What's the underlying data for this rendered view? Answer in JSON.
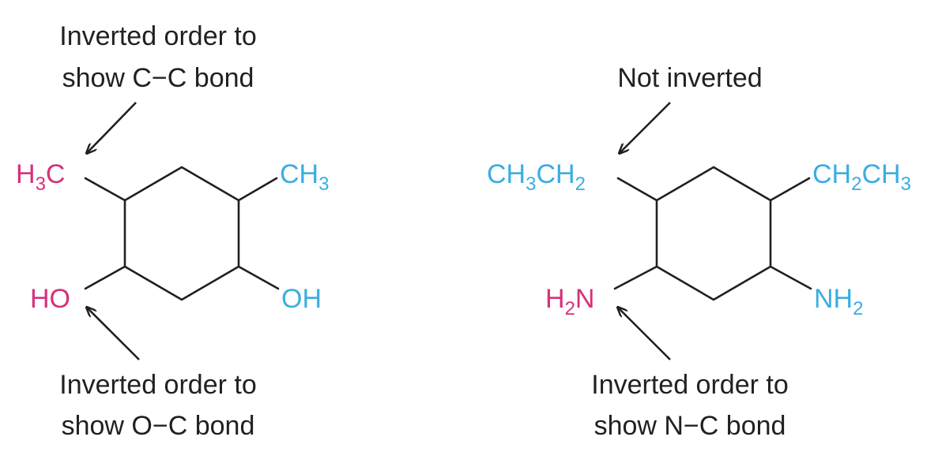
{
  "colors": {
    "inverted": "#d6317b",
    "normal": "#3aaee2",
    "text": "#231f20"
  },
  "left_molecule": {
    "top_caption": [
      "Inverted order to",
      "show C−C bond"
    ],
    "bottom_caption": [
      "Inverted order to",
      "show O−C bond"
    ],
    "groups": {
      "top_left": {
        "main": "H",
        "sub": "3",
        "tail": "C"
      },
      "top_right": {
        "main": "CH",
        "sub": "3",
        "tail": ""
      },
      "bottom_left": {
        "main": "HO",
        "sub": "",
        "tail": ""
      },
      "bottom_right": {
        "main": "OH",
        "sub": "",
        "tail": ""
      }
    }
  },
  "right_molecule": {
    "top_caption": [
      "Not inverted"
    ],
    "bottom_caption": [
      "Inverted order to",
      "show N−C bond"
    ],
    "groups": {
      "top_left": {
        "main": "CH",
        "sub": "3",
        "mid": "CH",
        "sub2": "2"
      },
      "top_right": {
        "main": "CH",
        "sub": "2",
        "mid": "CH",
        "sub2": "3"
      },
      "bottom_left": {
        "main": "H",
        "sub": "2",
        "tail": "N"
      },
      "bottom_right": {
        "main": "NH",
        "sub": "2",
        "tail": ""
      }
    }
  }
}
